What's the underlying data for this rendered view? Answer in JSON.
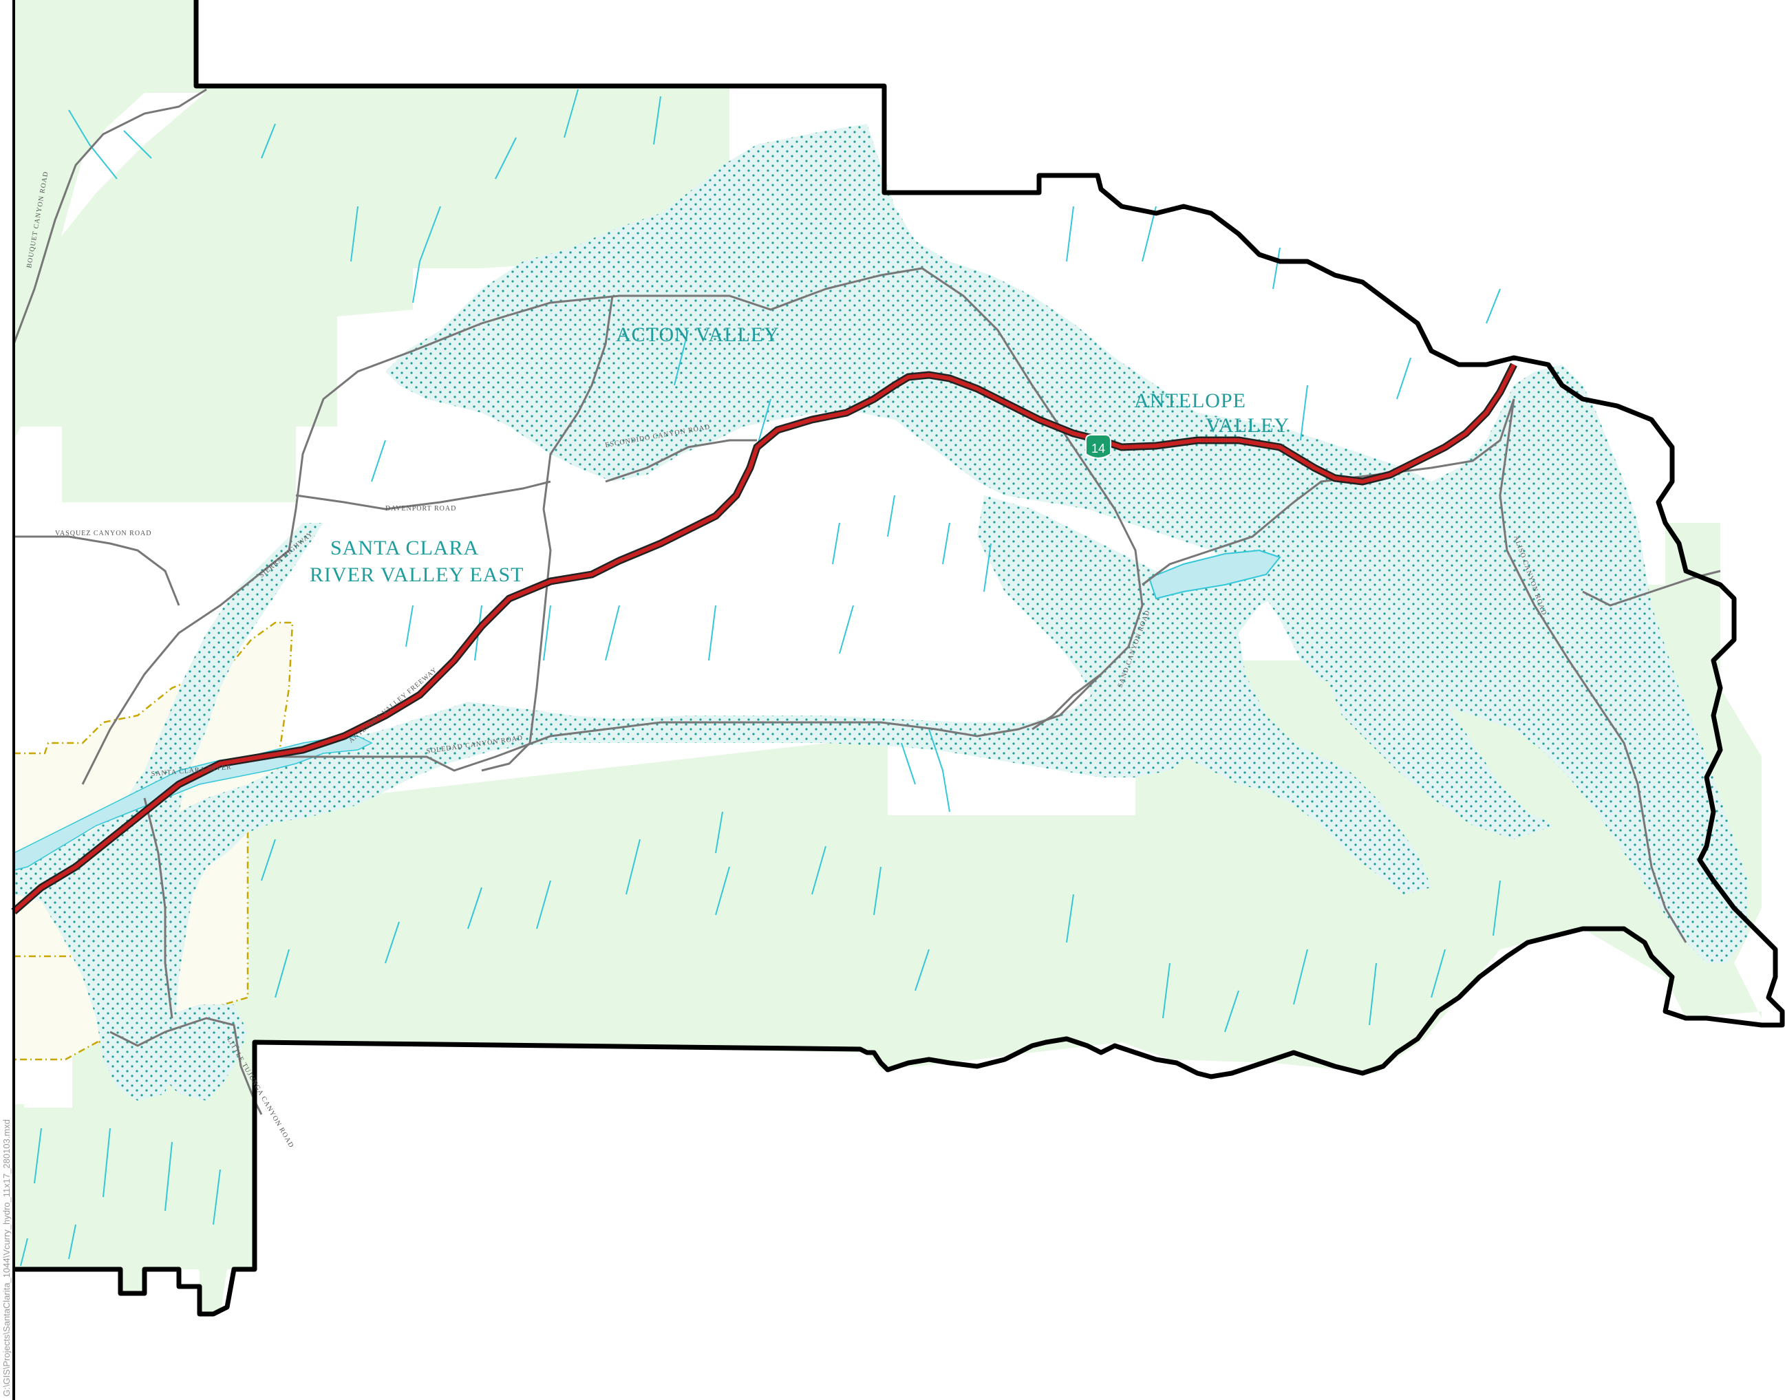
{
  "labels": {
    "acton_valley": "ACTON VALLEY",
    "antelope_valley_1": "ANTELOPE",
    "antelope_valley_2": "VALLEY",
    "santa_clara_1": "SANTA CLARA",
    "santa_clara_2": "RIVER VALLEY EAST",
    "santa_clara_river": "SANTA CLARA RIVER"
  },
  "roads": {
    "bouquet_canyon": "BOUQUET CANYON ROAD",
    "davenport": "DAVENPORT ROAD",
    "vasquez_canyon": "VASQUEZ CANYON ROAD",
    "sierra_highway": "SIERRA HIGHWAY",
    "antelope_valley_freeway": "ANTELOPE VALLEY FREEWAY",
    "soledad_canyon": "SOLEDAD CANYON ROAD",
    "escondido_canyon": "ESCONDIDO CANYON ROAD",
    "little_tujunga": "LITTLE TUJUNGA CANYON ROAD",
    "sand_canyon": "SAND CANYON ROAD",
    "aliso_canyon": "ALISO CANYON ROAD"
  },
  "shield": {
    "route_number": "14",
    "color": "#1a9c6b"
  },
  "footer": {
    "path_text": "G:\\GIS\\Projects\\SantaClarita_1044\\Vcurry_hydro_11x17_280103.mxd"
  },
  "colors": {
    "forest_green": "#e6f7e4",
    "river_valley": "#e3f5f3",
    "water": "#33c7d9",
    "freeway": "#c62020",
    "boundary": "#000000",
    "road": "#777777",
    "city": "#fbfbef",
    "city_boundary": "#c8a600"
  }
}
